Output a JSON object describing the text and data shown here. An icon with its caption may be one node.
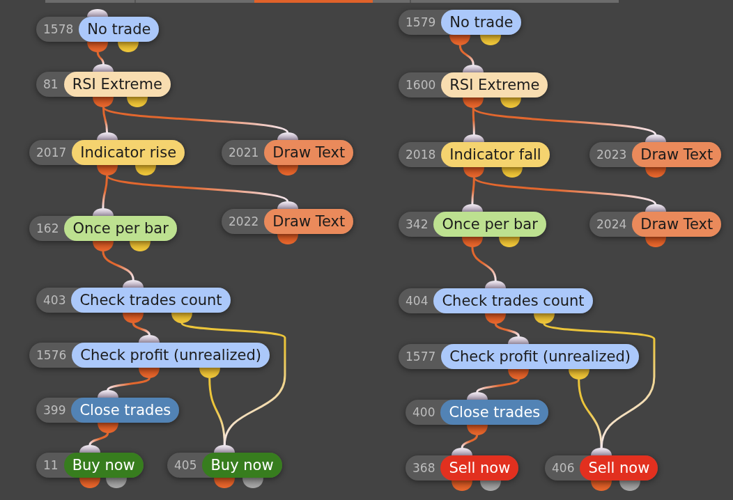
{
  "diagram": {
    "nodes": [
      {
        "text": [
          "1578",
          "No trade"
        ]
      },
      {
        "text": [
          "81",
          "RSI Extreme"
        ]
      },
      {
        "text": [
          "2017",
          "Indicator rise"
        ]
      },
      {
        "text": [
          "2021",
          "Draw Text"
        ]
      },
      {
        "text": [
          "162",
          "Once per bar"
        ]
      },
      {
        "text": [
          "2022",
          "Draw Text"
        ]
      },
      {
        "text": [
          "403",
          "Check trades count"
        ]
      },
      {
        "text": [
          "1576",
          "Check profit (unrealized)"
        ]
      },
      {
        "text": [
          "399",
          "Close trades"
        ]
      },
      {
        "text": [
          "11",
          "Buy now"
        ]
      },
      {
        "text": [
          "405",
          "Buy now"
        ]
      },
      {
        "text": [
          "1579",
          "No trade"
        ]
      },
      {
        "text": [
          "1600",
          "RSI Extreme"
        ]
      },
      {
        "text": [
          "2018",
          "Indicator fall"
        ]
      },
      {
        "text": [
          "2023",
          "Draw Text"
        ]
      },
      {
        "text": [
          "342",
          "Once per bar"
        ]
      },
      {
        "text": [
          "2024",
          "Draw Text"
        ]
      },
      {
        "text": [
          "404",
          "Check trades count"
        ]
      },
      {
        "text": [
          "1577",
          "Check profit (unrealized)"
        ]
      },
      {
        "text": [
          "400",
          "Close trades"
        ]
      },
      {
        "text": [
          "368",
          "Sell now"
        ]
      },
      {
        "text": [
          "406",
          "Sell now"
        ]
      }
    ],
    "edges": [
      {
        "from": 0,
        "to": 1,
        "arrow": "none"
      },
      {
        "from": 1,
        "to": 2,
        "arrow": "none"
      },
      {
        "from": 1,
        "to": 3,
        "arrow": "none"
      },
      {
        "from": 2,
        "to": 4,
        "arrow": "none"
      },
      {
        "from": 2,
        "to": 5,
        "arrow": "none"
      },
      {
        "from": 4,
        "to": 6,
        "arrow": "none"
      },
      {
        "from": 6,
        "to": 7,
        "arrow": "none"
      },
      {
        "from": 6,
        "to": 10,
        "arrow": "none",
        "color": "#ecc53a"
      },
      {
        "from": 7,
        "to": 8,
        "arrow": "none"
      },
      {
        "from": 7,
        "to": 10,
        "arrow": "none",
        "color": "#ecc53a"
      },
      {
        "from": 8,
        "to": 9,
        "arrow": "none"
      },
      {
        "from": 11,
        "to": 12,
        "arrow": "none"
      },
      {
        "from": 12,
        "to": 13,
        "arrow": "none"
      },
      {
        "from": 12,
        "to": 14,
        "arrow": "none"
      },
      {
        "from": 13,
        "to": 15,
        "arrow": "none"
      },
      {
        "from": 13,
        "to": 16,
        "arrow": "none"
      },
      {
        "from": 15,
        "to": 17,
        "arrow": "none"
      },
      {
        "from": 17,
        "to": 18,
        "arrow": "none"
      },
      {
        "from": 17,
        "to": 21,
        "arrow": "none",
        "color": "#ecc53a"
      },
      {
        "from": 18,
        "to": 19,
        "arrow": "none"
      },
      {
        "from": 18,
        "to": 21,
        "arrow": "none",
        "color": "#ecc53a"
      },
      {
        "from": 19,
        "to": 20,
        "arrow": "none"
      }
    ]
  }
}
